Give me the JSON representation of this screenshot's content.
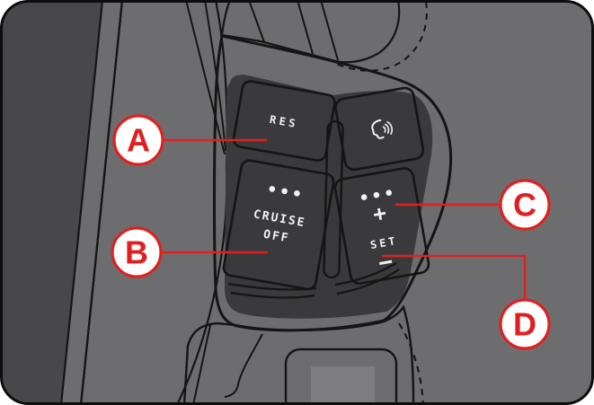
{
  "colors": {
    "frame_border": "#0d0d0d",
    "background": "#ffffff",
    "wheel_face": "#6d6d6f",
    "side_panel_dark": "#48484a",
    "column_light": "#d3d3d5",
    "column_facet": "#c3c3c5",
    "spoke_top_light": "#a7a7a9",
    "spoke_bottom_light": "#9c9c9e",
    "bezel": "#57575a",
    "bezel_shadow": "#3a3a3c",
    "button_face": "#4f4f51",
    "button_outline": "#121212",
    "button_text": "#f2f2f2",
    "inset_dark": "#7e7e80",
    "callout_red": "#e02020"
  },
  "buttons": {
    "res": {
      "label": "RES"
    },
    "voice": {
      "icon": "voice-command-icon"
    },
    "cruise_off": {
      "icon": "three-dots-icon",
      "line1": "CRUISE",
      "line2": "OFF"
    },
    "set": {
      "icon": "three-dots-icon",
      "plus": "+",
      "label": "SET",
      "minus": "−"
    }
  },
  "callouts": {
    "a": "A",
    "b": "B",
    "c": "C",
    "d": "D"
  }
}
